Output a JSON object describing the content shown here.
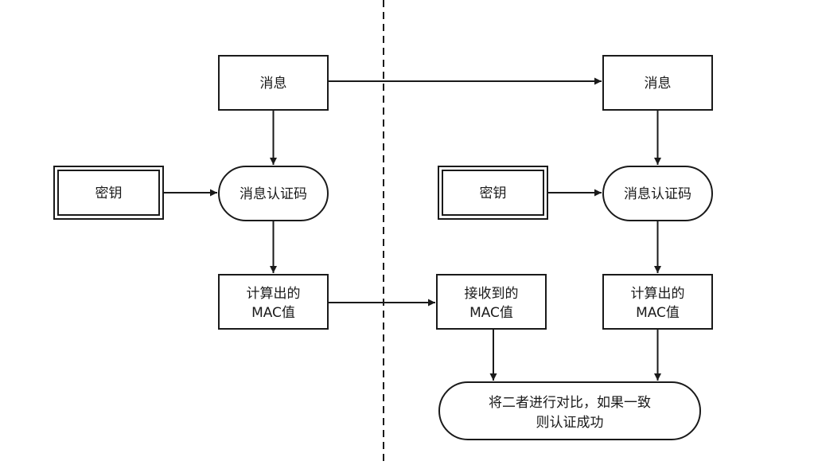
{
  "colors": {
    "stroke": "#1a1a1a",
    "fill": "#ffffff"
  },
  "sender": {
    "message": "消息",
    "key": "密钥",
    "mac_function": "消息认证码",
    "computed_mac": {
      "line1": "计算出的",
      "line2": "MAC值"
    }
  },
  "receiver": {
    "message": "消息",
    "key": "密钥",
    "mac_function": "消息认证码",
    "received_mac": {
      "line1": "接收到的",
      "line2": "MAC值"
    },
    "computed_mac": {
      "line1": "计算出的",
      "line2": "MAC值"
    },
    "compare": {
      "line1": "将二者进行对比，如果一致",
      "line2": "则认证成功"
    }
  }
}
